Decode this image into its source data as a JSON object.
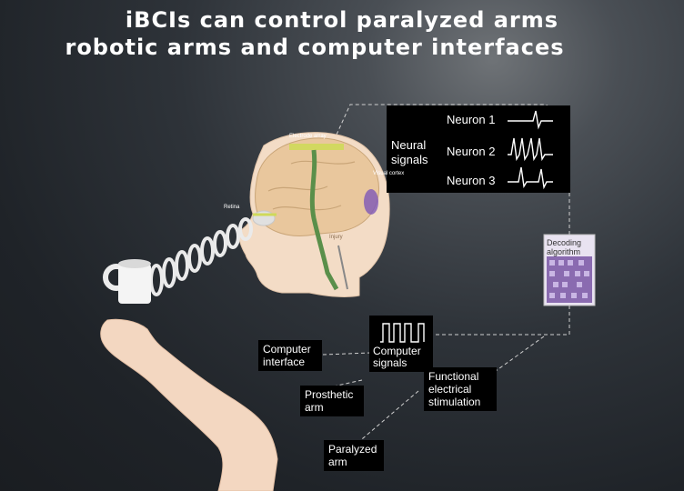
{
  "title": {
    "line1": "iBCIs can control paralyzed arms",
    "line2": "robotic arms and computer interfaces"
  },
  "neural": {
    "label": "Neural signals",
    "neurons": [
      "Neuron 1",
      "Neuron 2",
      "Neuron 3"
    ]
  },
  "brain_labels": {
    "electrode": "Electrode array",
    "cortex": "Visual cortex",
    "retina": "Retina",
    "spinal": "Injury"
  },
  "decoder": {
    "label": "Decoding algorithm"
  },
  "outputs": {
    "computer_interface": "Computer interface",
    "computer_signals": "Computer signals",
    "prosthetic_arm": "Prosthetic arm",
    "fes": "Functional electrical stimulation",
    "paralyzed_arm": "Paralyzed arm"
  },
  "colors": {
    "background": "#23272c",
    "label_bg": "#000000",
    "skin": "#f3dcc6",
    "brain": "#e9c79d",
    "electrode": "#cfd95a"
  }
}
